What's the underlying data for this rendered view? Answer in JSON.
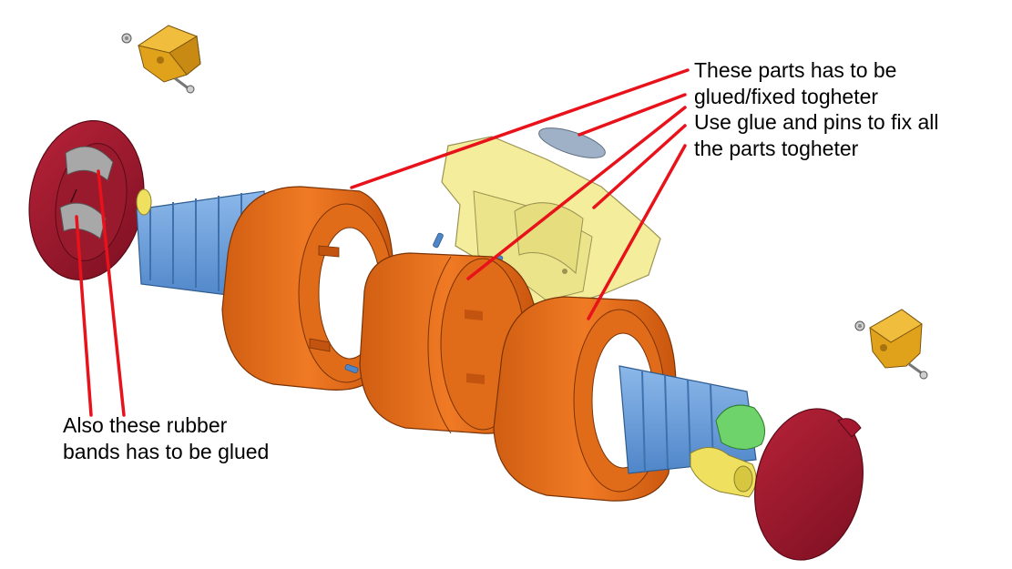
{
  "annotations": {
    "top": {
      "line1": "These parts has to be",
      "line2": "glued/fixed togheter",
      "line3": "Use glue and pins to fix all",
      "line4": "the parts togheter"
    },
    "bottom": {
      "line1": "Also these rubber",
      "line2": "bands has to be glued"
    }
  },
  "colors": {
    "leader_line": "#e8121b",
    "orange_part": "#e8701e",
    "blue_part": "#6fa3df",
    "yellow_part": "#f4ee9c",
    "red_cap": "#a3182e",
    "gold_bracket": "#e0a21b",
    "green_part": "#6fd36b",
    "grey_band": "#a8a8a8"
  }
}
